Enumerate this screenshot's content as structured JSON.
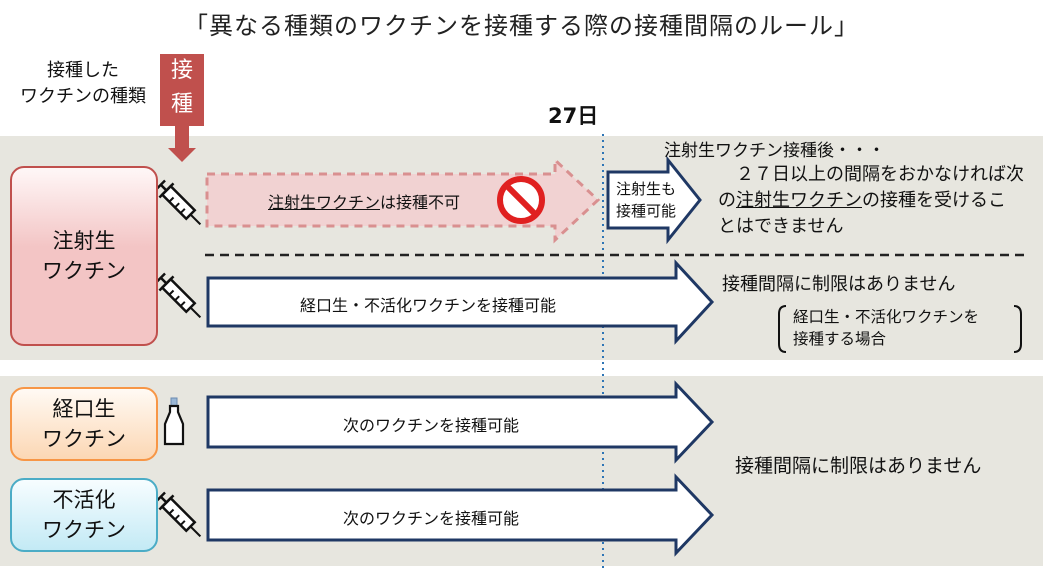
{
  "title": "「異なる種類のワクチンを接種する際の接種間隔のルール」",
  "header": {
    "type_label_line1": "接種した",
    "type_label_line2": "ワクチンの種類",
    "vaccination_char1": "接",
    "vaccination_char2": "種",
    "day_label": "27日"
  },
  "vaccine_types": {
    "injectable": "注射生\nワクチン",
    "oral": "経口生\nワクチン",
    "inactivated": "不活化\nワクチン"
  },
  "arrows": {
    "not_allowed_part1": "注射生ワクチン",
    "not_allowed_part2": "は接種不可",
    "after_day_line1": "注射生も",
    "after_day_line2": "接種可能",
    "oral_inactivated_ok": "経口生・不活化ワクチンを接種可能",
    "next_ok_oral": "次のワクチンを接種可能",
    "next_ok_inactivated": "次のワクチンを接種可能"
  },
  "notes": {
    "after_injection": "注射生ワクチン接種後・・・",
    "line1": "２７日以上の間隔をおかなければ次",
    "line2_pre": "の",
    "line2_underlined": "注射生ワクチン",
    "line2_post": "の接種を受けるこ",
    "line3": "とはできません",
    "no_limit": "接種間隔に制限はありません",
    "bracket_line1": "経口生・不活化ワクチンを",
    "bracket_line2": "接種する場合",
    "no_limit_bottom": "接種間隔に制限はありません"
  },
  "colors": {
    "red_accent": "#c0504d",
    "navy_arrow": "#1f3864",
    "panel_bg": "#e7e6df",
    "dotted_line": "#2e75b6"
  }
}
